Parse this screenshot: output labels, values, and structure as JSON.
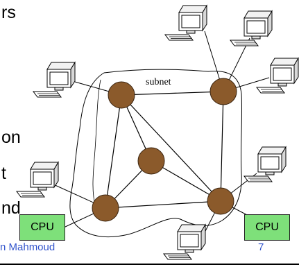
{
  "slide_text_fragments": [
    "rs",
    "on",
    "t",
    "nd"
  ],
  "subnet_label": "subnet",
  "cpu_boxes": [
    "CPU",
    "CPU"
  ],
  "footer": {
    "author_fragment": "n Mahmoud",
    "page_number": "7"
  },
  "colors": {
    "router": "#8b5a2b",
    "router_stroke": "#3a2410",
    "cpu_box": "#7ee07a",
    "link": "#000000",
    "footer_text": "#3355cc"
  },
  "icons": [
    "computer-icon"
  ]
}
